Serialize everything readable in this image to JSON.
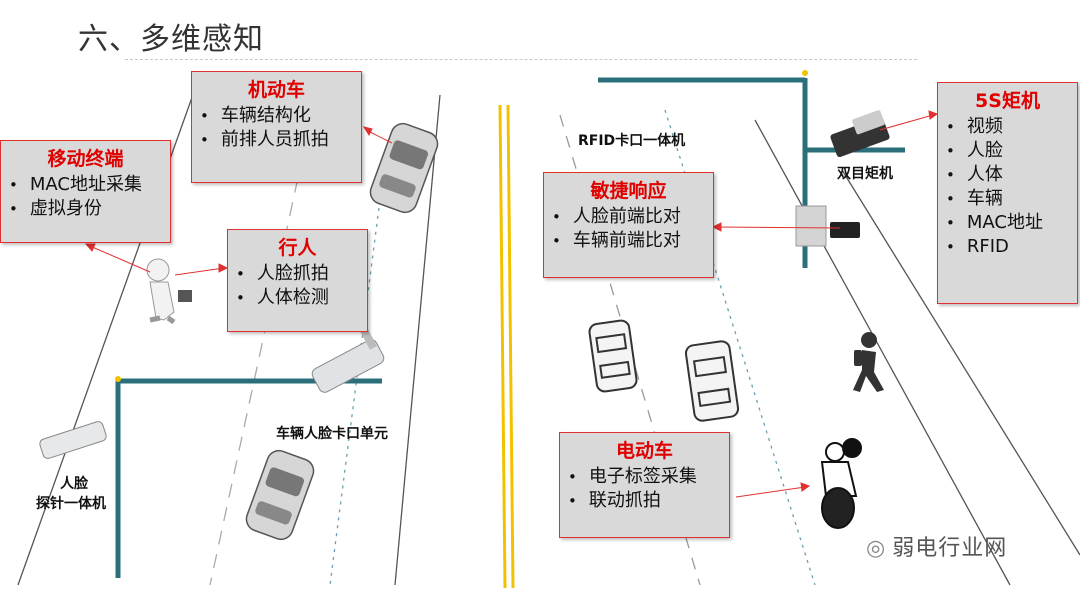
{
  "title": "六、多维感知",
  "boxes": {
    "motor_vehicle": {
      "title": "机动车",
      "items": [
        "车辆结构化",
        "前排人员抓拍"
      ]
    },
    "mobile_terminal": {
      "title": "移动终端",
      "items": [
        "MAC地址采集",
        "虚拟身份"
      ]
    },
    "pedestrian": {
      "title": "行人",
      "items": [
        "人脸抓拍",
        "人体检测"
      ]
    },
    "agile_response": {
      "title": "敏捷响应",
      "items": [
        "人脸前端比对",
        "车辆前端比对"
      ]
    },
    "five_s": {
      "title": "5S矩机",
      "items": [
        "视频",
        "人脸",
        "人体",
        "车辆",
        "MAC地址",
        "RFID"
      ]
    },
    "e_bike": {
      "title": "电动车",
      "items": [
        "电子标签采集",
        "联动抓拍"
      ]
    }
  },
  "labels": {
    "rfid_gate": "RFID卡口一体机",
    "dual_cam": "双目矩机",
    "vehicle_face_gate": "车辆人脸卡口单元",
    "face_probe_line1": "人脸",
    "face_probe_line2": "探针一体机"
  },
  "watermark": "弱电行业网",
  "colors": {
    "accent_red": "#e00000",
    "pole_teal": "#2a6f7a",
    "centerline_yellow": "#f2c200",
    "box_fill": "#d9d9d9"
  }
}
